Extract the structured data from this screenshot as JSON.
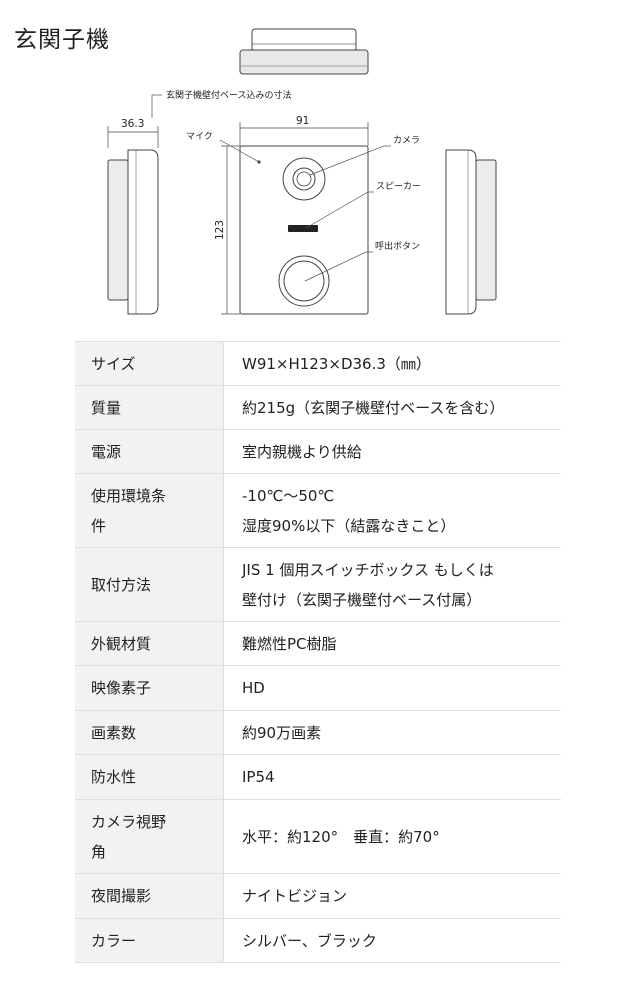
{
  "page": {
    "title": "玄関子機"
  },
  "diagram": {
    "dim_depth": "36.3",
    "dim_width": "91",
    "dim_height": "123",
    "note_base": "玄関子機壁付ベース込みの寸法",
    "label_mic": "マイク",
    "label_camera": "カメラ",
    "label_speaker": "スピーカー",
    "label_call_button": "呼出ボタン"
  },
  "specs": [
    {
      "label": [
        "サイズ"
      ],
      "value": [
        "W91×H123×D36.3（㎜）"
      ]
    },
    {
      "label": [
        "質量"
      ],
      "value": [
        "約215g（玄関子機壁付ベースを含む）"
      ]
    },
    {
      "label": [
        "電源"
      ],
      "value": [
        "室内親機より供給"
      ]
    },
    {
      "label": [
        "使用環境条",
        "件"
      ],
      "value": [
        "-10℃～50℃",
        "湿度90%以下（結露なきこと）"
      ]
    },
    {
      "label": [
        "取付方法"
      ],
      "value": [
        "JIS 1 個用スイッチボックス もしくは",
        "壁付け（玄関子機壁付ベース付属）"
      ]
    },
    {
      "label": [
        "外観材質"
      ],
      "value": [
        "難燃性PC樹脂"
      ]
    },
    {
      "label": [
        "映像素子"
      ],
      "value": [
        "HD"
      ]
    },
    {
      "label": [
        "画素数"
      ],
      "value": [
        "約90万画素"
      ]
    },
    {
      "label": [
        "防水性"
      ],
      "value": [
        "IP54"
      ]
    },
    {
      "label": [
        "カメラ視野",
        "角"
      ],
      "value": [
        "水平：約120°　垂直：約70°"
      ]
    },
    {
      "label": [
        "夜間撮影"
      ],
      "value": [
        "ナイトビジョン"
      ]
    },
    {
      "label": [
        "カラー"
      ],
      "value": [
        "シルバー、ブラック"
      ]
    }
  ]
}
